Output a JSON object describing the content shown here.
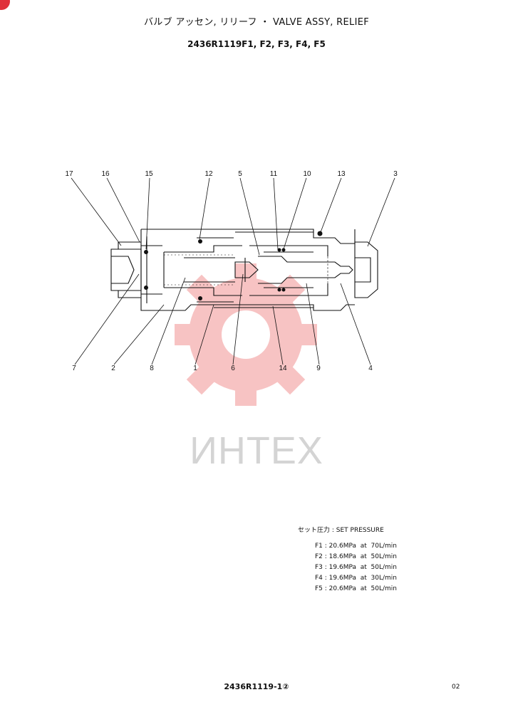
{
  "header": {
    "title": "バルブ アッセン, リリーフ ・ VALVE ASSY, RELIEF",
    "part_numbers": "2436R1119F1, F2, F3, F4, F5"
  },
  "callouts": {
    "c17": "17",
    "c16": "16",
    "c15": "15",
    "c12": "12",
    "c5": "5",
    "c11": "11",
    "c10": "10",
    "c13": "13",
    "c3": "3",
    "c7": "7",
    "c2": "2",
    "c8": "8",
    "c1": "1",
    "c6": "6",
    "c14": "14",
    "c9": "9",
    "c4": "4"
  },
  "watermark": {
    "text": "ИНТЕХ",
    "color": "#f2a8a8"
  },
  "set_pressure": {
    "heading": "セット圧力 : SET PRESSURE",
    "rows": [
      "F1 : 20.6MPa  at  70L/min",
      "F2 : 18.6MPa  at  50L/min",
      "F3 : 19.6MPa  at  50L/min",
      "F4 : 19.6MPa  at  30L/min",
      "F5 : 20.6MPa  at  50L/min"
    ]
  },
  "footer": {
    "drawing_number": "2436R1119-1②",
    "page": "02"
  }
}
